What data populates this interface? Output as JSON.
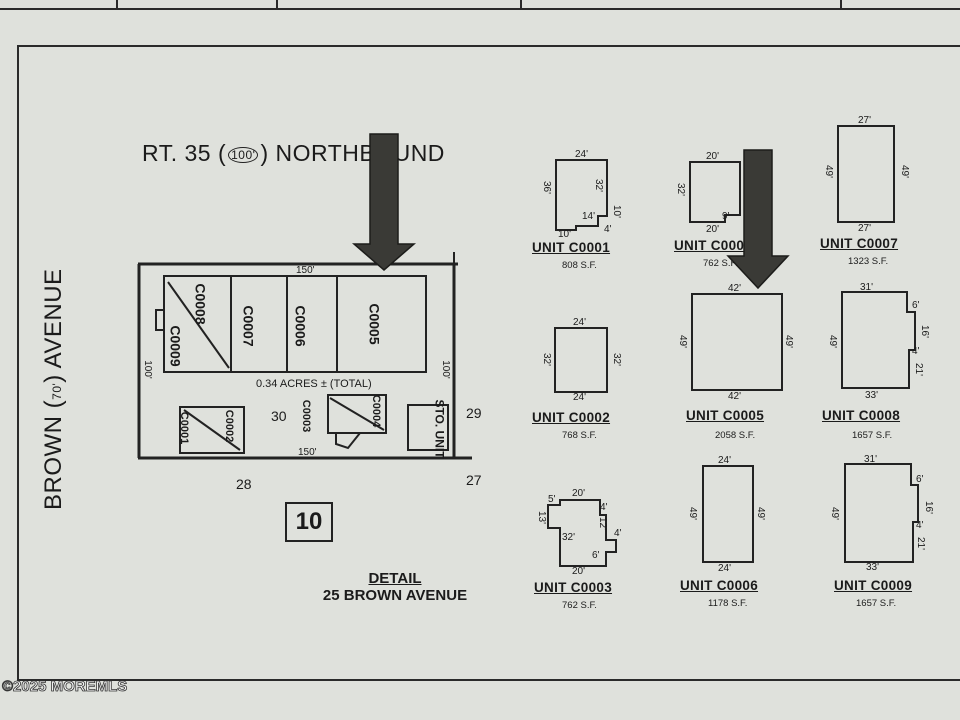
{
  "road_north": {
    "prefix": "RT. 35",
    "width": "100'",
    "suffix": "NORTHBOUND"
  },
  "road_west": {
    "prefix": "BROWN",
    "width": "70'",
    "suffix": "AVENUE"
  },
  "site": {
    "top_dim": "150'",
    "bottom_dim": "150'",
    "left_dim": "100'",
    "right_dim": "100'",
    "acreage": "0.34 ACRES ± (TOTAL)",
    "lot_30": "30",
    "lot_29": "29",
    "lot_28": "28",
    "lot_27": "27",
    "units": [
      "C0008",
      "C0009",
      "C0007",
      "C0006",
      "C0005",
      "C0001",
      "C0002",
      "C0003",
      "C0004"
    ],
    "sto_unit": "STO. UNIT"
  },
  "block_number": "10",
  "detail": {
    "title": "DETAIL",
    "address": "25 BROWN AVENUE"
  },
  "unit_diagrams": [
    {
      "label": "UNIT C0001",
      "sf": "808 S.F.",
      "dims": [
        "24'",
        "36'",
        "32'",
        "10'",
        "14'",
        "10'",
        "4'"
      ]
    },
    {
      "label": "UNIT C0004",
      "sf": "762 S.F.",
      "dims": [
        "20'",
        "32'",
        "20'",
        "9'"
      ]
    },
    {
      "label": "UNIT C0007",
      "sf": "1323 S.F.",
      "dims": [
        "27'",
        "49'",
        "49'",
        "27'"
      ]
    },
    {
      "label": "UNIT C0002",
      "sf": "768 S.F.",
      "dims": [
        "24'",
        "32'",
        "32'",
        "24'"
      ]
    },
    {
      "label": "UNIT C0005",
      "sf": "2058 S.F.",
      "dims": [
        "42'",
        "49'",
        "49'",
        "42'"
      ]
    },
    {
      "label": "UNIT C0008",
      "sf": "1657 S.F.",
      "dims": [
        "31'",
        "49'",
        "6'",
        "16'",
        "4'",
        "21'",
        "33'"
      ]
    },
    {
      "label": "UNIT C0003",
      "sf": "762 S.F.",
      "dims": [
        "5'",
        "20'",
        "4'",
        "13'",
        "32'",
        "12'",
        "4'",
        "6'",
        "20'"
      ]
    },
    {
      "label": "UNIT C0006",
      "sf": "1178 S.F.",
      "dims": [
        "24'",
        "49'",
        "49'",
        "24'"
      ]
    },
    {
      "label": "UNIT C0009",
      "sf": "1657 S.F.",
      "dims": [
        "31'",
        "49'",
        "6'",
        "16'",
        "4'",
        "21'",
        "33'"
      ]
    }
  ],
  "copyright": "©2025 MOREMLS",
  "colors": {
    "paper": "#dfe1dc",
    "ink": "#1b1b1b",
    "arrow": "#3a3a36"
  },
  "icons": [
    "down-arrow-icon"
  ]
}
